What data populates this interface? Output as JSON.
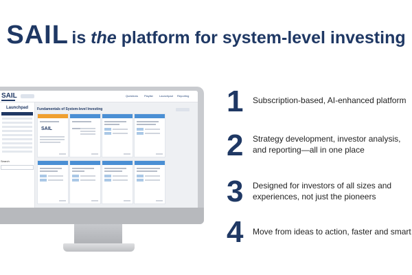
{
  "headline": {
    "brand": "SAIL",
    "part1": "is ",
    "emphasis": "the",
    "part2": " platform for system-level investing"
  },
  "screen": {
    "logo": "SAIL",
    "nav": [
      "Questions",
      "Playlist",
      "Launchpad",
      "Reporting"
    ],
    "sidebar_title": "Launchpad",
    "search_label": "Search",
    "content_title": "Fundamentals of System-level Investing",
    "card_logo": "SAIL"
  },
  "features": [
    {
      "number": "1",
      "lines": [
        "Subscription-based, AI-enhanced platform"
      ]
    },
    {
      "number": "2",
      "lines": [
        "Strategy development, investor analysis,",
        "and reporting—all in one place"
      ]
    },
    {
      "number": "3",
      "lines": [
        "Designed for investors of all sizes and",
        "experiences, not just the pioneers"
      ]
    },
    {
      "number": "4",
      "lines": [
        "Move from ideas to action, faster and smart"
      ]
    }
  ],
  "colors": {
    "brand_navy": "#1f3864",
    "card_header_blue": "#4a8fd4",
    "card_header_orange": "#f0a030"
  }
}
